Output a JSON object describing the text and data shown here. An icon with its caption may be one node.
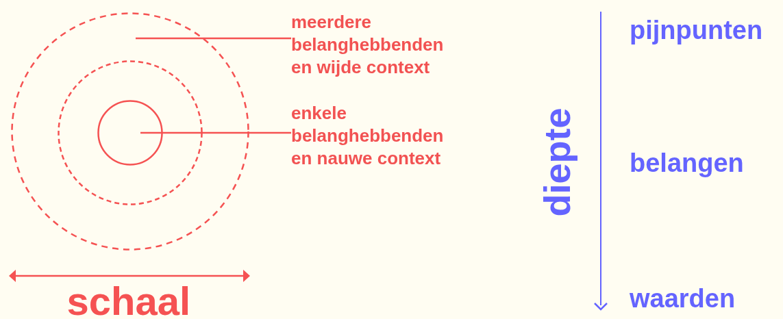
{
  "diagram": {
    "nodes": [
      {
        "text": [],
        "shape": "circle"
      },
      {
        "text": [],
        "shape": "circle",
        "in": 0
      },
      {
        "text": [],
        "shape": "circle",
        "in": 1
      },
      {
        "text": [
          "meerdere belanghebbenden en wijde context"
        ]
      },
      {
        "text": [
          "enkele belanghebbenden en nauwe context"
        ]
      }
    ],
    "edges": [
      {
        "from": 3,
        "to": 0,
        "arrow": "none"
      },
      {
        "from": 4,
        "to": 2,
        "arrow": "none"
      }
    ],
    "labels": [
      "schaal",
      "diepte",
      "pijnpunten",
      "belangen",
      "waarden"
    ]
  }
}
